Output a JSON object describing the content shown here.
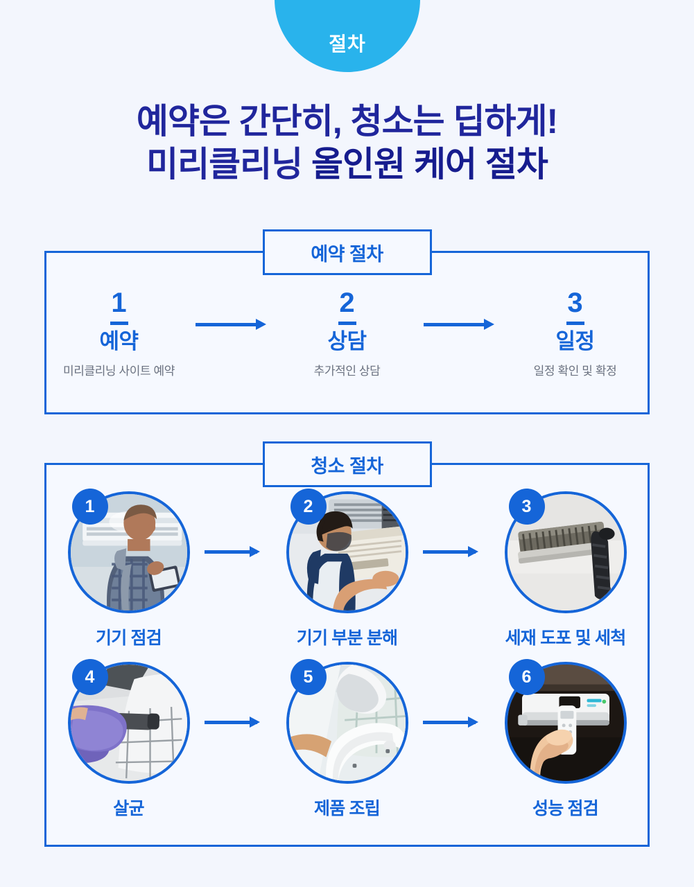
{
  "top_badge": {
    "label": "절차"
  },
  "heading": {
    "line1": "예약은 간단히, 청소는 딥하게!",
    "line2_normal": "미리클리닝 ",
    "line2_strong": "올인원 케어 절차"
  },
  "colors": {
    "background": "#f3f6fd",
    "badge_cyan": "#29b3ec",
    "heading_navy": "#20269c",
    "accent_blue": "#1565d8",
    "desc_gray": "#6b7280",
    "panel": "#f6f9ff"
  },
  "reservation_section": {
    "label": "예약 절차",
    "steps": [
      {
        "number": "1",
        "title": "예약",
        "desc": "미리클리닝 사이트 예약"
      },
      {
        "number": "2",
        "title": "상담",
        "desc": "추가적인 상담"
      },
      {
        "number": "3",
        "title": "일정",
        "desc": "일정 확인 및 확정"
      }
    ]
  },
  "cleaning_section": {
    "label": "청소 절차",
    "steps": [
      {
        "number": "1",
        "caption": "기기 점검",
        "photo": "technician-inspecting-ac-with-clipboard"
      },
      {
        "number": "2",
        "caption": "기기 부분 분해",
        "photo": "worker-removing-ac-panel"
      },
      {
        "number": "3",
        "caption": "세재 도포 및 세척",
        "photo": "disassembled-ac-fan-drum-parts"
      },
      {
        "number": "4",
        "caption": "살균",
        "photo": "gloved-hand-sanitizing-ac-filter"
      },
      {
        "number": "5",
        "caption": "제품 조립",
        "photo": "white-gloved-hands-reassembling-ac"
      },
      {
        "number": "6",
        "caption": "성능 점검",
        "photo": "hand-holding-remote-at-wall-ac"
      }
    ]
  }
}
